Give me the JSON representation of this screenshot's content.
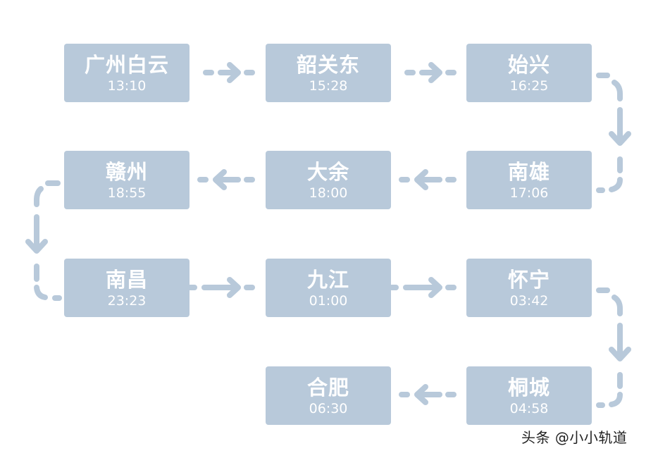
{
  "stations": [
    {
      "name": "广州白云",
      "time": "13:10"
    },
    {
      "name": "韶关东",
      "time": "15:28"
    },
    {
      "name": "始兴",
      "time": "16:25"
    },
    {
      "name": "南雄",
      "time": "17:06"
    },
    {
      "name": "大余",
      "time": "18:00"
    },
    {
      "name": "赣州",
      "time": "18:55"
    },
    {
      "name": "南昌",
      "time": "23:23"
    },
    {
      "name": "九江",
      "time": "01:00"
    },
    {
      "name": "怀宁",
      "time": "03:42"
    },
    {
      "name": "桐城",
      "time": "04:58"
    },
    {
      "name": "合肥",
      "time": "06:30"
    }
  ],
  "watermark": "头条 @小小轨道",
  "colors": {
    "box": "#b8c9da",
    "text": "#ffffff",
    "connector": "#b8c9da",
    "watermark": "#222222"
  }
}
